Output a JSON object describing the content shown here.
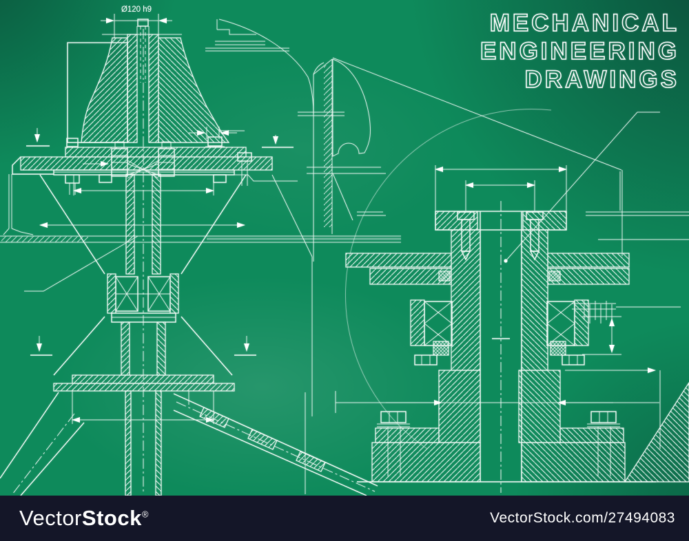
{
  "title": {
    "lines": [
      "MECHANICAL",
      "ENGINEERING",
      "DRAWINGS"
    ]
  },
  "drawing": {
    "dimension_label": "Ø120 h9"
  },
  "watermark": {
    "logo_light": "Vector",
    "logo_bold": "Stock",
    "registered": "®",
    "attribution": "VectorStock.com/27494083"
  },
  "colors": {
    "background": "#0e8a5b",
    "background_highlight": "#1fa873",
    "corner_shade": "#0a2a26",
    "line": "#f2faf6",
    "title_outline": "#ffffff",
    "footer_background": "#141628",
    "footer_text": "#ffffff"
  }
}
